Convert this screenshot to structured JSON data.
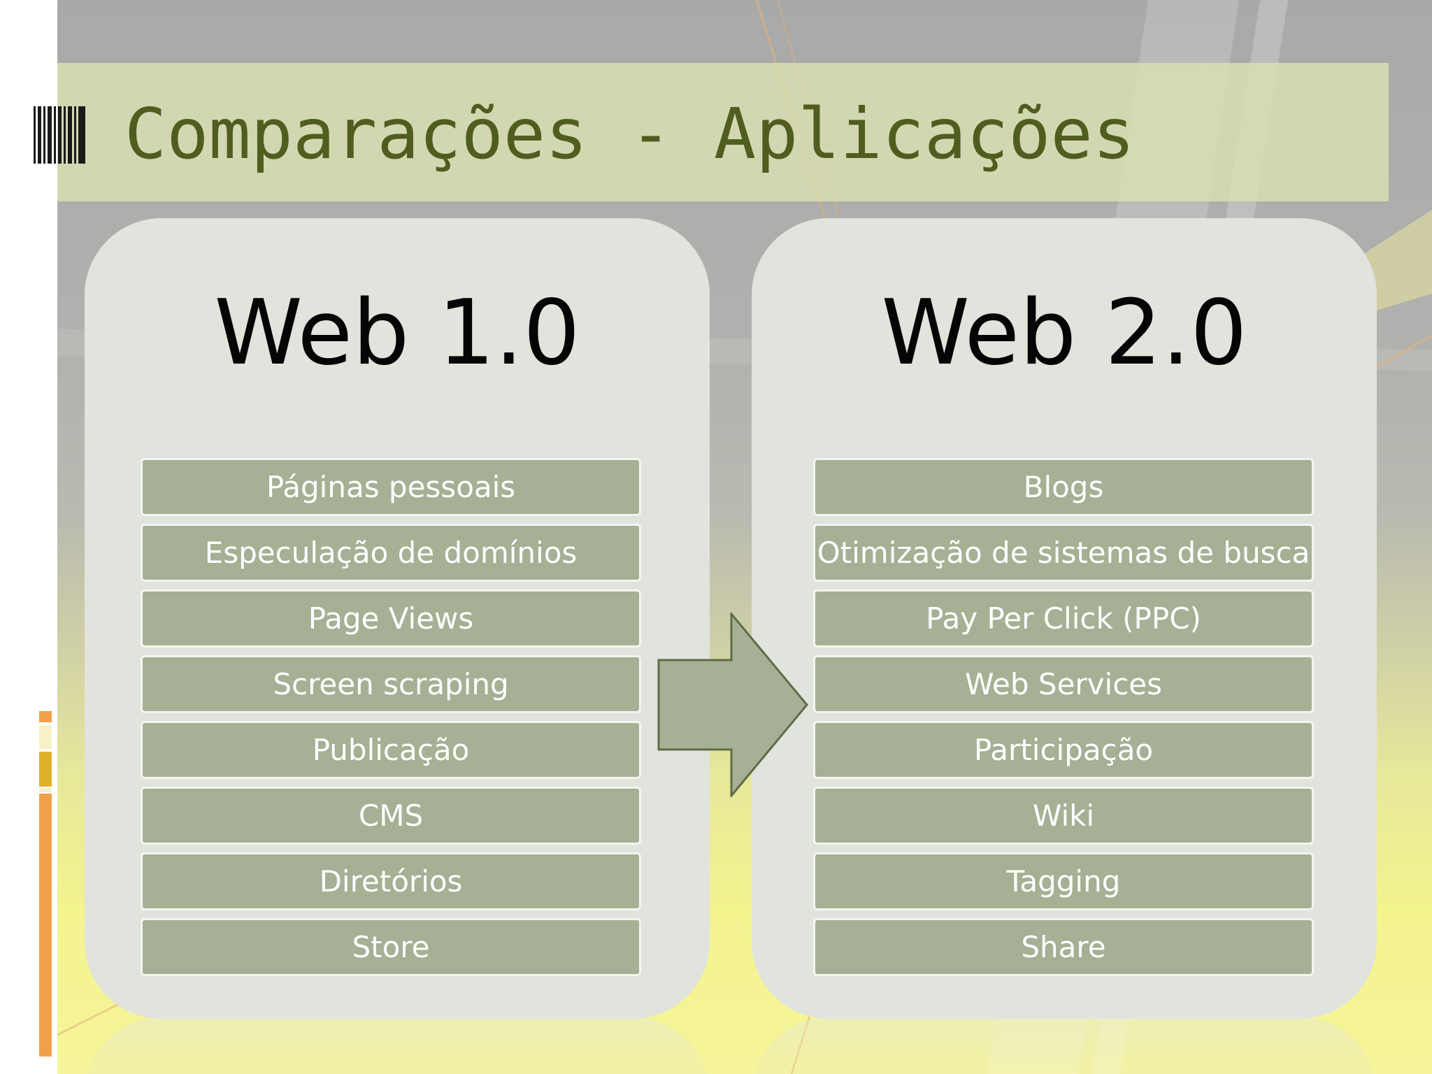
{
  "slide": {
    "title": "Comparações - Aplicações",
    "left_panel": {
      "heading": "Web 1.0",
      "items": [
        "Páginas pessoais",
        "Especulação de domínios",
        "Page Views",
        "Screen scraping",
        "Publicação",
        "CMS",
        "Diretórios",
        "Store"
      ]
    },
    "right_panel": {
      "heading": "Web 2.0",
      "items": [
        "Blogs",
        "Otimização de sistemas de busca",
        "Pay Per Click (PPC)",
        "Web Services",
        "Participação",
        "Wiki",
        "Tagging",
        "Share"
      ]
    }
  },
  "colors": {
    "title_text": "#4f5d1f",
    "item_fill": "#a5b094",
    "panel_fill": "#e1e3dd",
    "accent_orange": "#f0a04b",
    "accent_gold": "#e0b12a"
  },
  "icons": {
    "title_mark": "barcode-stripes-icon",
    "transition": "right-arrow-icon"
  }
}
